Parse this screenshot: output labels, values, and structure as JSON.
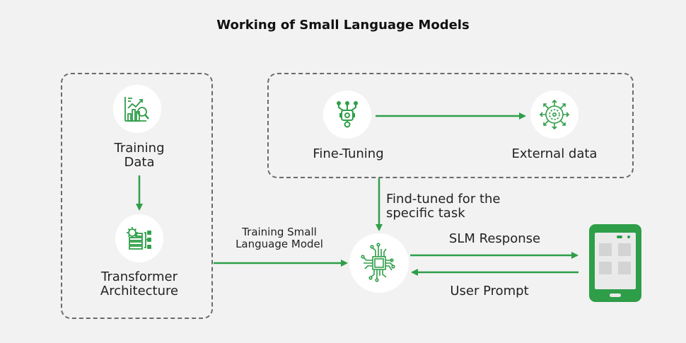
{
  "title": "Working of Small Language Models",
  "colors": {
    "accent": "#2e9e48",
    "background": "#f2f2f2",
    "dashed_border": "#6a6a6a",
    "phone_screen": "#eaeaea",
    "phone_tile": "#d3d3d3"
  },
  "nodes": {
    "training_data": {
      "label_line1": "Training",
      "label_line2": "Data",
      "icon": "data-analysis-icon"
    },
    "transformer": {
      "label_line1": "Transformer",
      "label_line2": "Architecture",
      "icon": "server-gear-icon"
    },
    "fine_tuning": {
      "label": "Fine-Tuning",
      "icon": "robot-tuning-icon"
    },
    "external_data": {
      "label": "External data",
      "icon": "virus-network-icon"
    },
    "slm": {
      "icon": "chip-icon"
    },
    "device": {
      "icon": "smartphone-icon"
    }
  },
  "edges": {
    "training_slm_line1": "Training Small",
    "training_slm_line2": "Language Model",
    "finetuned_line1": "Find-tuned for the",
    "finetuned_line2": "specific task",
    "slm_response": "SLM Response",
    "user_prompt": "User Prompt"
  }
}
